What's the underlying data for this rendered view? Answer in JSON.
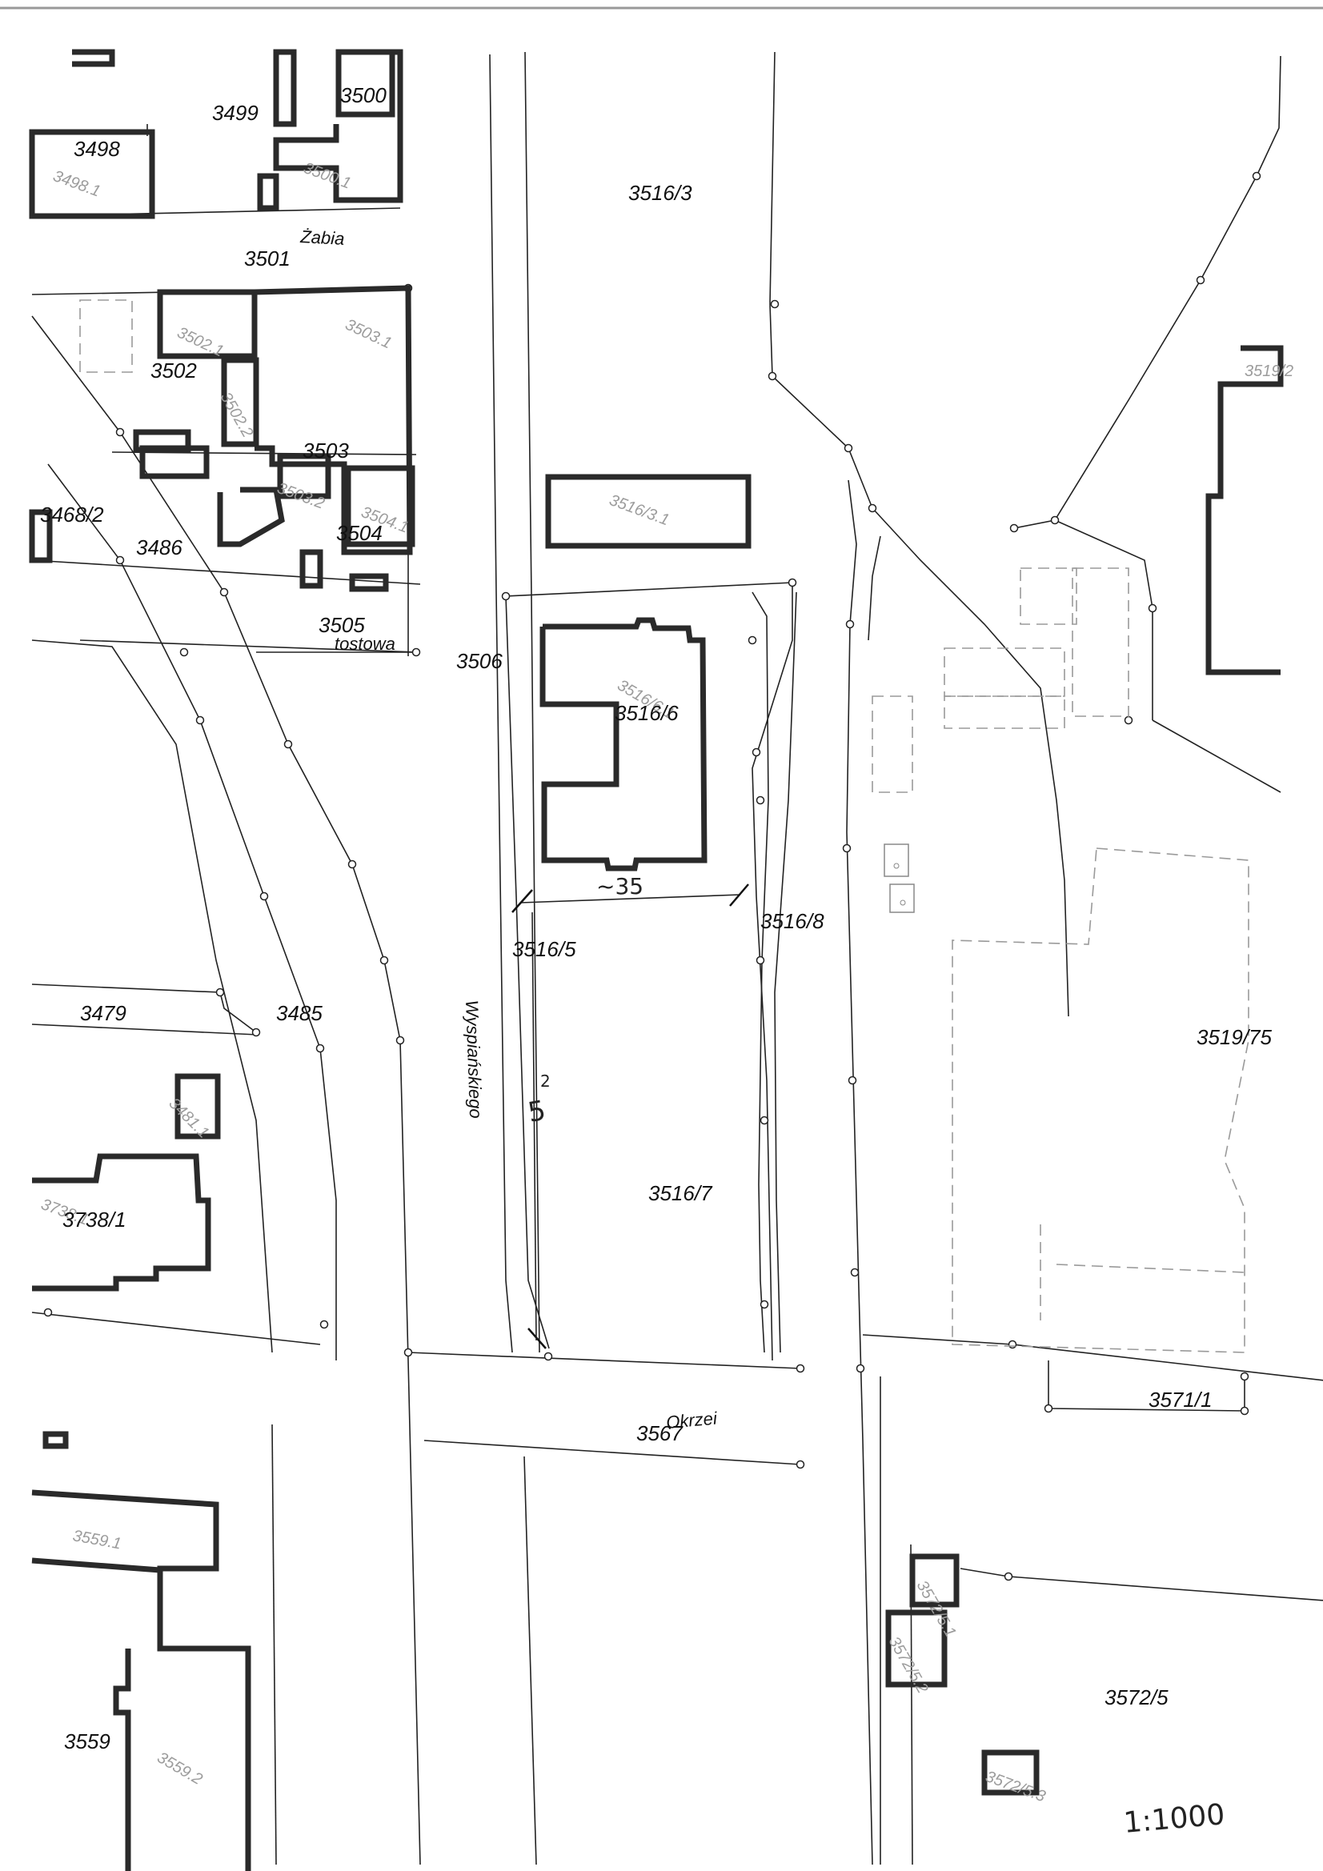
{
  "map": {
    "parcels": {
      "p3499": "3499",
      "p3500": "3500",
      "p3498": "3498",
      "p3516_3": "3516/3",
      "p3501": "3501",
      "p3502": "3502",
      "p3503": "3503",
      "p3504": "3504",
      "p3468_2": "3468/2",
      "p3486": "3486",
      "p3505": "3505",
      "p3506": "3506",
      "p3516_6": "3516/6",
      "p3516_5": "3516/5",
      "p3516_8": "3516/8",
      "p3479": "3479",
      "p3485": "3485",
      "p3519_75": "3519/75",
      "p3738_1": "3738/1",
      "p3516_7": "3516/7",
      "p3567": "3567",
      "p3571_1": "3571/1",
      "p3572_5": "3572/5",
      "p3559": "3559"
    },
    "streets": {
      "zabia": "Żabia",
      "lastowa": "tostowa",
      "wyspianskiego": "Wyspiańskiego",
      "okrzei": "Okrzei"
    },
    "annotations": {
      "dimension": "~35",
      "scale": "1:1000",
      "width_mark": "5",
      "small_mark": "2"
    },
    "building_labels": {
      "b3498": "3498.1",
      "b3500": "3500.1",
      "b3502": "3502.1",
      "b3503": "3503.1",
      "b3502b": "3502.2",
      "b3503b": "3503.2",
      "b3504": "3504.1",
      "b3516a": "3516/3.1",
      "b3516b": "3516/6.1",
      "b3519": "3519/2",
      "b3481": "3481.1",
      "b3738": "3738.1",
      "b3559a": "3559.1",
      "b3559b": "3559.2",
      "b3572a": "3572/5.1",
      "b3572b": "3572/5.2",
      "b3572c": "3572/5.3"
    }
  }
}
